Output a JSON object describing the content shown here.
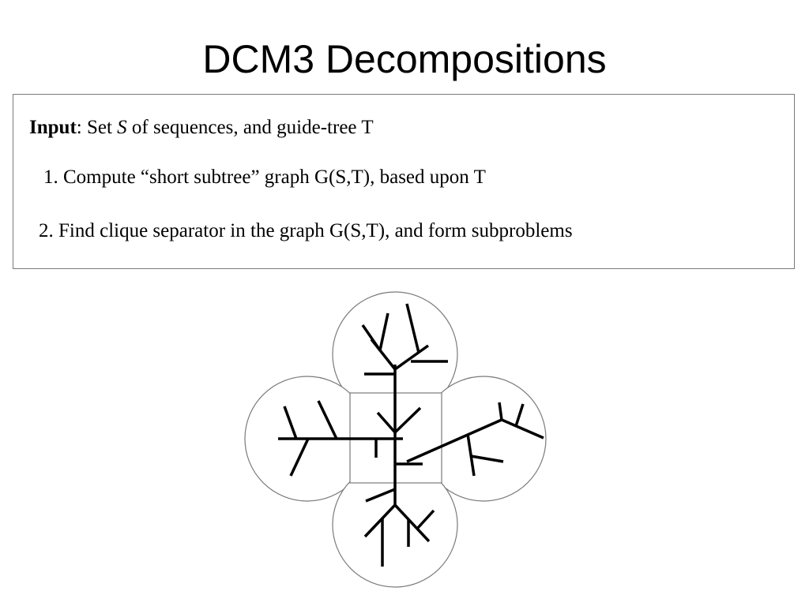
{
  "title": "DCM3 Decompositions",
  "input_box": {
    "input_label": "Input",
    "input_colon": ": Set ",
    "input_var": "S",
    "input_rest": " of sequences, and guide-tree T",
    "step1": "1. Compute “short subtree” graph G(S,T), based upon T",
    "step2": "2. Find clique separator in the graph G(S,T), and form subproblems"
  },
  "diagram": {
    "stroke_color": "#000000",
    "outline_color": "#7a7a7a"
  }
}
